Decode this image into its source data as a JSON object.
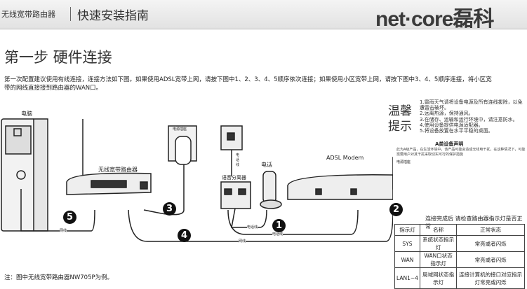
{
  "header": {
    "product": "无线宽带路由器",
    "guide_title": "快速安装指南",
    "logo": "net·core磊科"
  },
  "section_title": "第一步  硬件连接",
  "intro": "第一次配置建议使用有线连接，连接方法如下图。如果使用ADSL宽带上网，请按下图中1、2、3、4、5顺序依次连接；如果使用小区宽带上网，请按下图中3、4、5顺序连接，将小区宽带的网线直接接到路由器的WAN口。",
  "diagram": {
    "computer": "电脑",
    "router": "无线宽带路由器",
    "power_socket": "电源插座",
    "phone_line": "电话线",
    "splitter": "语音分离器",
    "phone": "电话",
    "modem": "ADSL  Modem",
    "network_cable": "网线",
    "steps": [
      "1",
      "2",
      "3",
      "4",
      "5"
    ]
  },
  "tips": {
    "heading": "温馨提示",
    "items": [
      "1.雷雨天气请将设备电源及所有连线拔除，以免遭雷击破坏。",
      "2.远离热源，保持通风。",
      "3.在储存、运输和运行环境中，请注意防水。",
      "4.使用设备提供电源适配器。",
      "5.将设备放置在水平平稳的桌面。"
    ],
    "decl_heading": "A类设备声明",
    "decl": "此为A级产品，在生活环境中，该产品可能会造成无线电干扰。在这种情况下，可能需要用户对其干扰采取切实可行的保护措施"
  },
  "table": {
    "title": "连接完成后 请检查路由器指示灯是否正常",
    "headers": [
      "指示灯",
      "名称",
      "正常状态"
    ],
    "rows": [
      [
        "SYS",
        "系统状态指示灯",
        "常亮或者闪烁"
      ],
      [
        "WAN",
        "WAN口状态指示灯",
        "常亮或者闪烁"
      ],
      [
        "LAN1~4",
        "局域网状态指示灯",
        "连接计算机的接口对应指示灯常亮或闪烁"
      ]
    ]
  },
  "note": "注：图中无线宽带路由器NW705P为例。"
}
